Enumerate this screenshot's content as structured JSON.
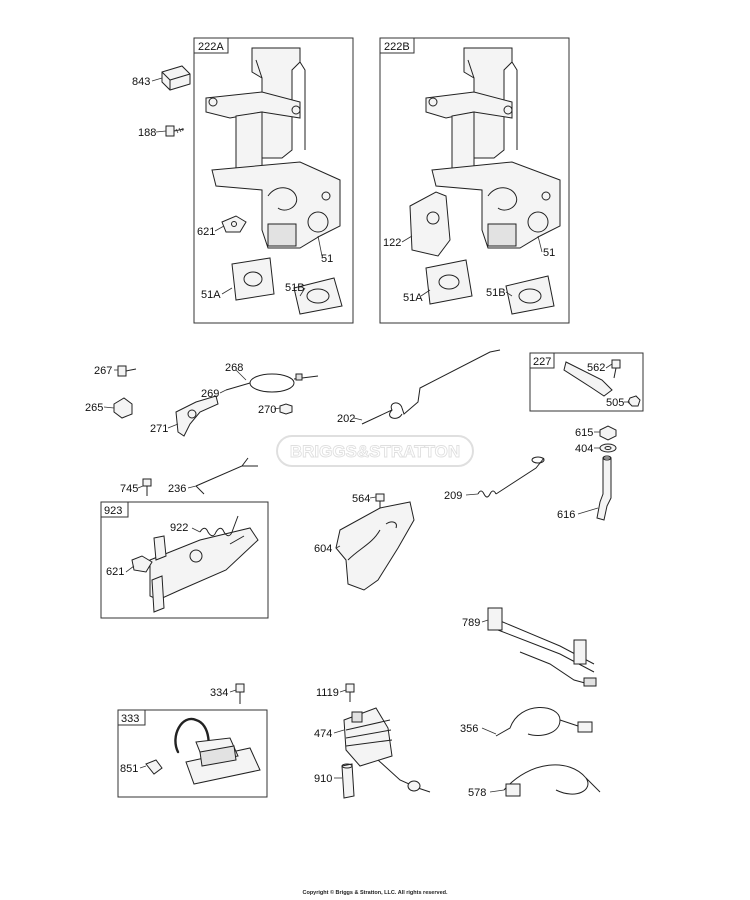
{
  "watermark": "BRIGGS&STRATTON",
  "copyright": "Copyright © Briggs & Stratton, LLC. All rights reserved.",
  "groups": {
    "g222A": "222A",
    "g222B": "222B",
    "g227": "227",
    "g923": "923",
    "g333": "333"
  },
  "labels": {
    "p843": "843",
    "p188": "188",
    "p621a": "621",
    "p51a": "51",
    "p51A_a": "51A",
    "p51B_a": "51B",
    "p122": "122",
    "p51b": "51",
    "p51A_b": "51A",
    "p51B_b": "51B",
    "p267": "267",
    "p265": "265",
    "p268": "268",
    "p269": "269",
    "p270": "270",
    "p271": "271",
    "p202": "202",
    "p562": "562",
    "p505": "505",
    "p615": "615",
    "p404": "404",
    "p616": "616",
    "p745": "745",
    "p236": "236",
    "p564": "564",
    "p209": "209",
    "p922": "922",
    "p621b": "621",
    "p604": "604",
    "p789": "789",
    "p334": "334",
    "p1119": "1119",
    "p474": "474",
    "p910": "910",
    "p851": "851",
    "p356": "356",
    "p578": "578"
  }
}
